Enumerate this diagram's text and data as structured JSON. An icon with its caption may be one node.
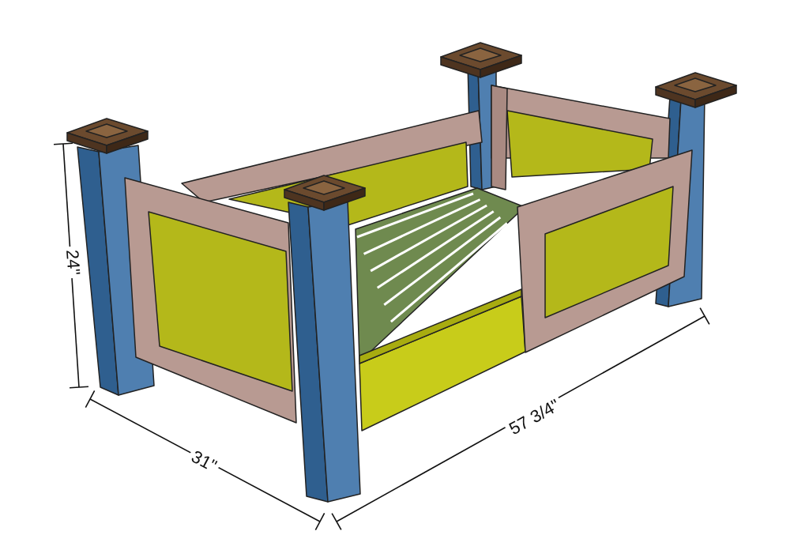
{
  "diagram": {
    "labels": [
      "24\"",
      "31\"",
      "57 3/4\""
    ]
  }
}
